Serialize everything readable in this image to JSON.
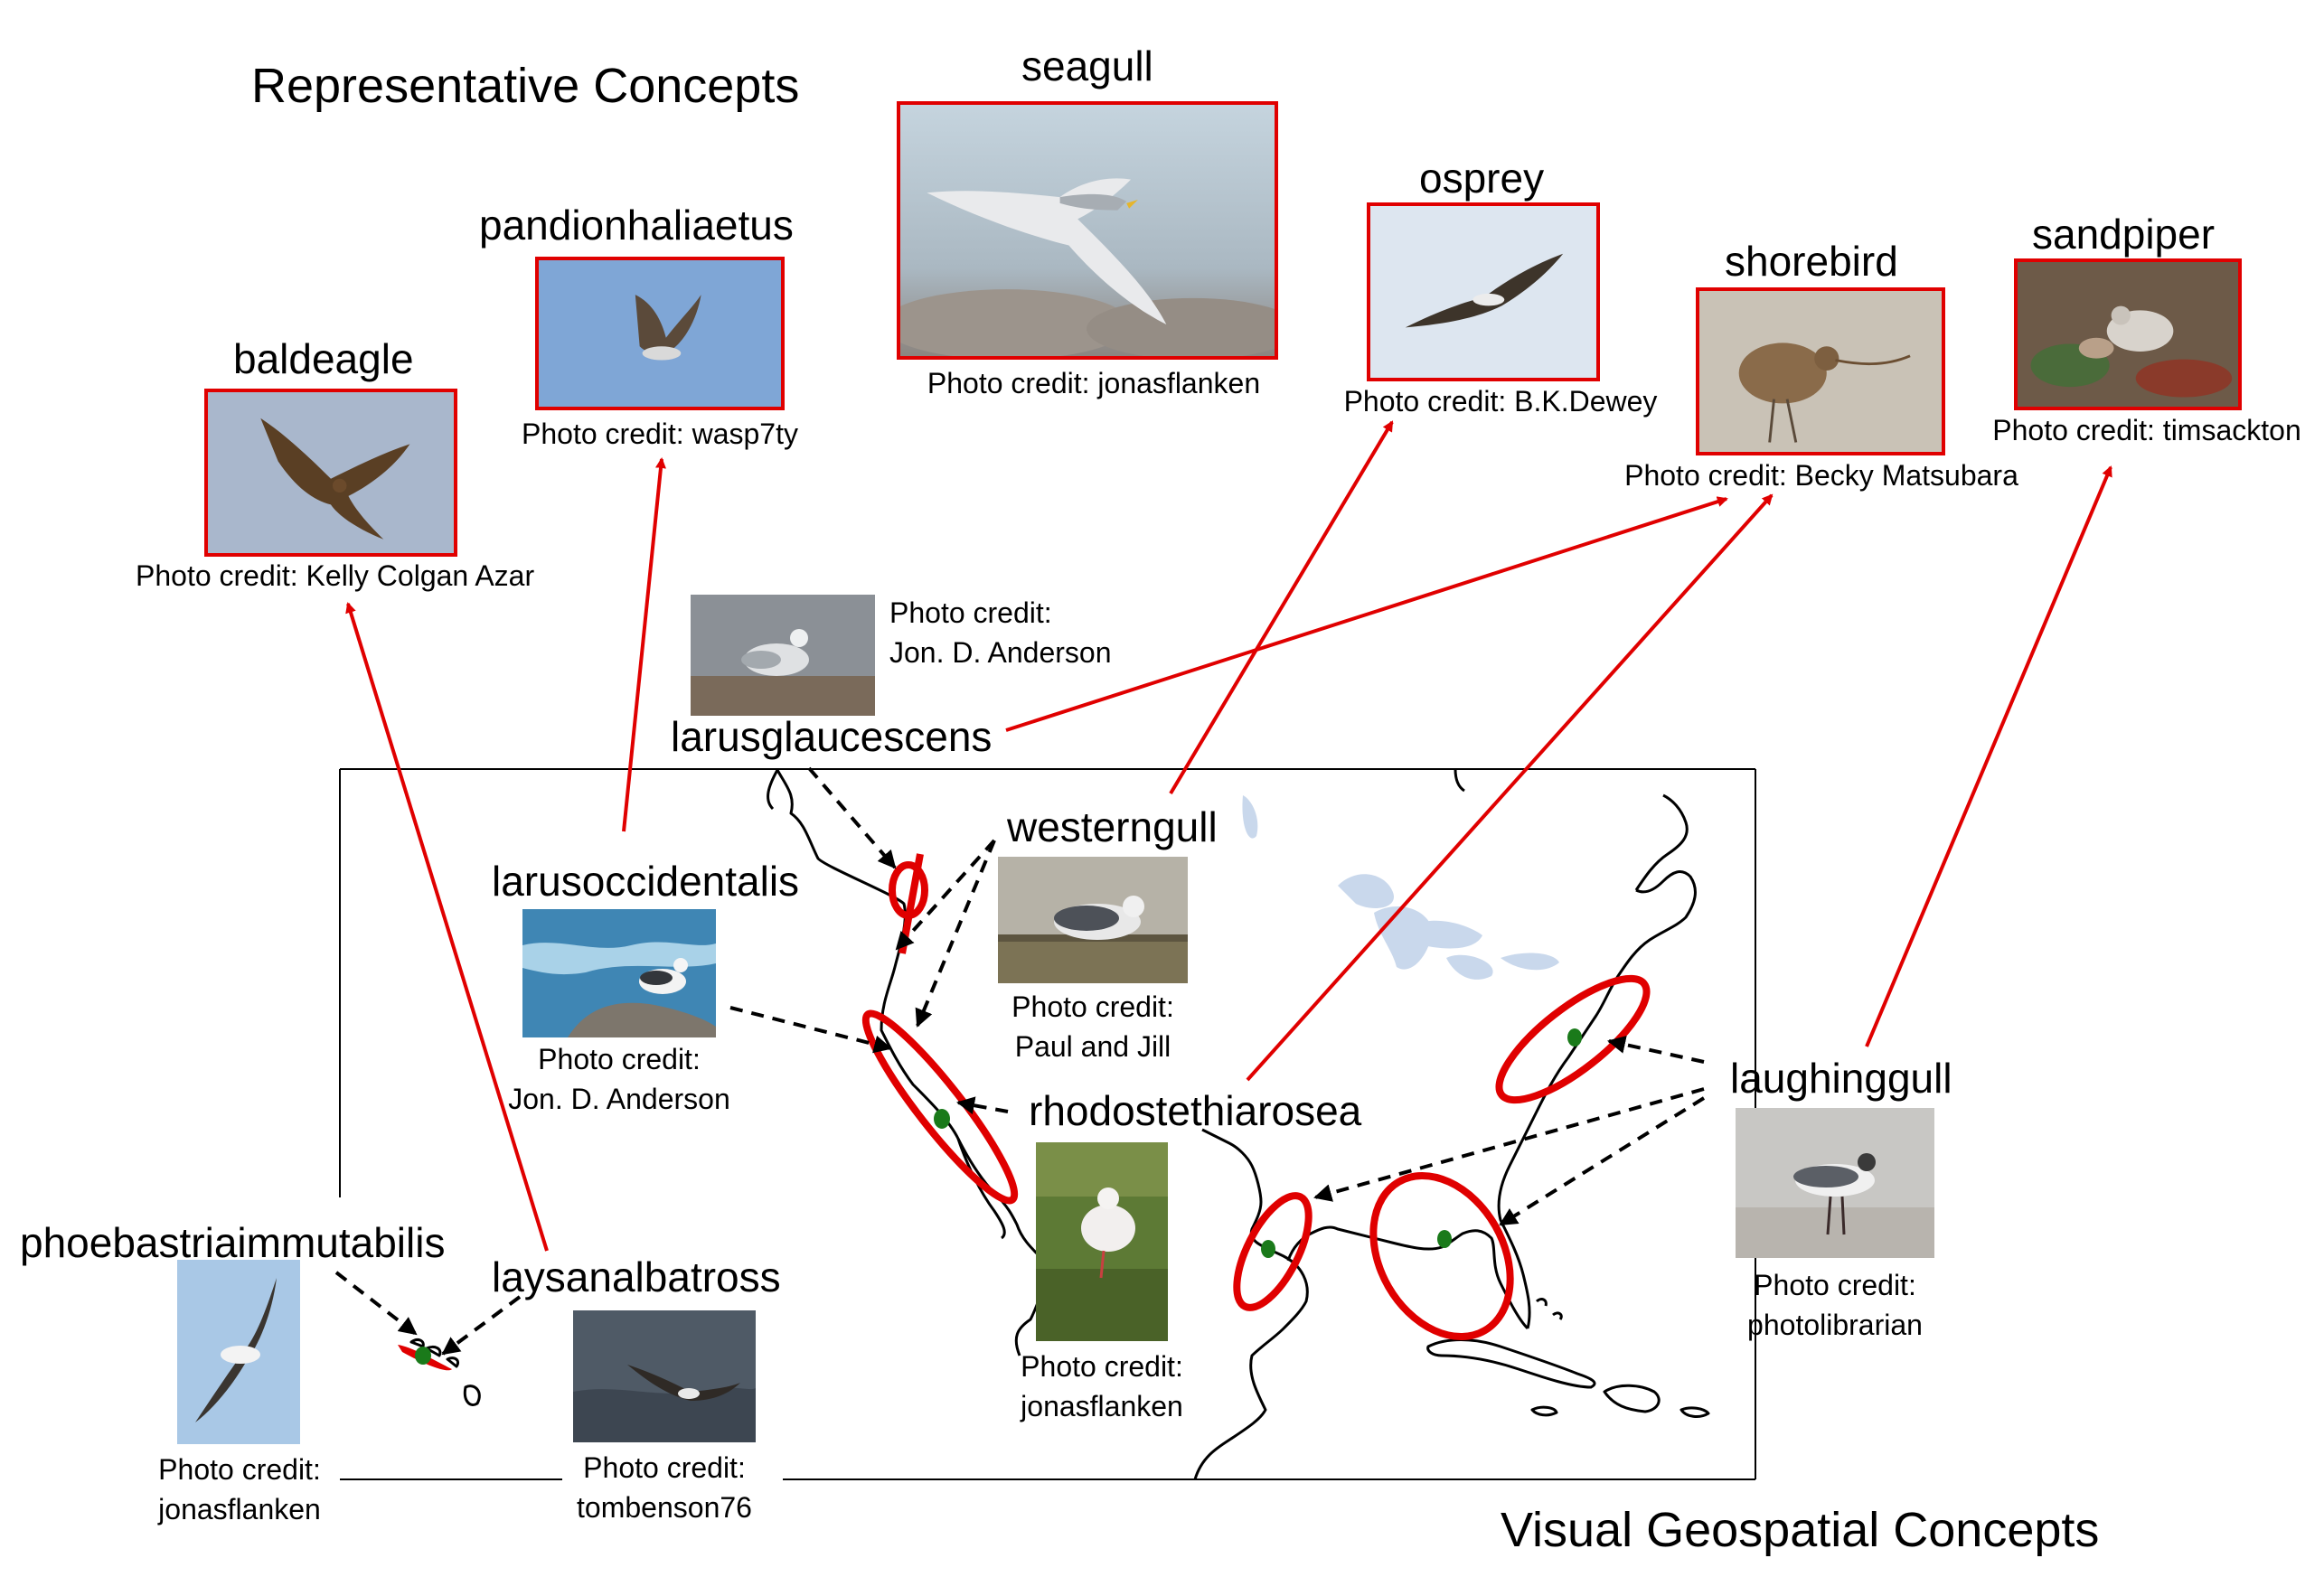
{
  "headings": {
    "representative": "Representative Concepts",
    "visual_geospatial": "Visual Geospatial Concepts"
  },
  "representative_concepts": [
    {
      "label": "baldeagle",
      "credit": "Photo credit: Kelly Colgan Azar"
    },
    {
      "label": "pandionhaliaetus",
      "credit": "Photo credit: wasp7ty"
    },
    {
      "label": "seagull",
      "credit": "Photo credit: jonasflanken"
    },
    {
      "label": "osprey",
      "credit": "Photo credit: B.K.Dewey"
    },
    {
      "label": "shorebird",
      "credit": "Photo credit: Becky Matsubara"
    },
    {
      "label": "sandpiper",
      "credit": "Photo credit: timsackton"
    }
  ],
  "geospatial_concepts": [
    {
      "label": "larusglaucescens",
      "credit_line1": "Photo credit:",
      "credit_line2": "Jon. D. Anderson"
    },
    {
      "label": "westerngull",
      "credit_line1": "Photo credit:",
      "credit_line2": "Paul and Jill"
    },
    {
      "label": "larusoccidentalis",
      "credit_line1": "Photo credit:",
      "credit_line2": "Jon. D. Anderson"
    },
    {
      "label": "rhodostethiarosea",
      "credit_line1": "Photo credit:",
      "credit_line2": "jonasflanken"
    },
    {
      "label": "laughinggull",
      "credit_line1": "Photo credit:",
      "credit_line2": "photolibrarian"
    },
    {
      "label": "phoebastriaimmutabilis",
      "credit_line1": "Photo credit:",
      "credit_line2": "jonasflanken"
    },
    {
      "label": "laysanalbatross",
      "credit_line1": "Photo credit:",
      "credit_line2": "tombenson76"
    }
  ],
  "colors": {
    "arrow_red": "#e00000",
    "ellipse_red": "#e00000",
    "location_green": "#1a7a1a",
    "lakes_blue": "#c9d8ec",
    "dashed_black": "#000000"
  },
  "icons": [
    "bird-photo",
    "map-outline",
    "location-dot"
  ]
}
